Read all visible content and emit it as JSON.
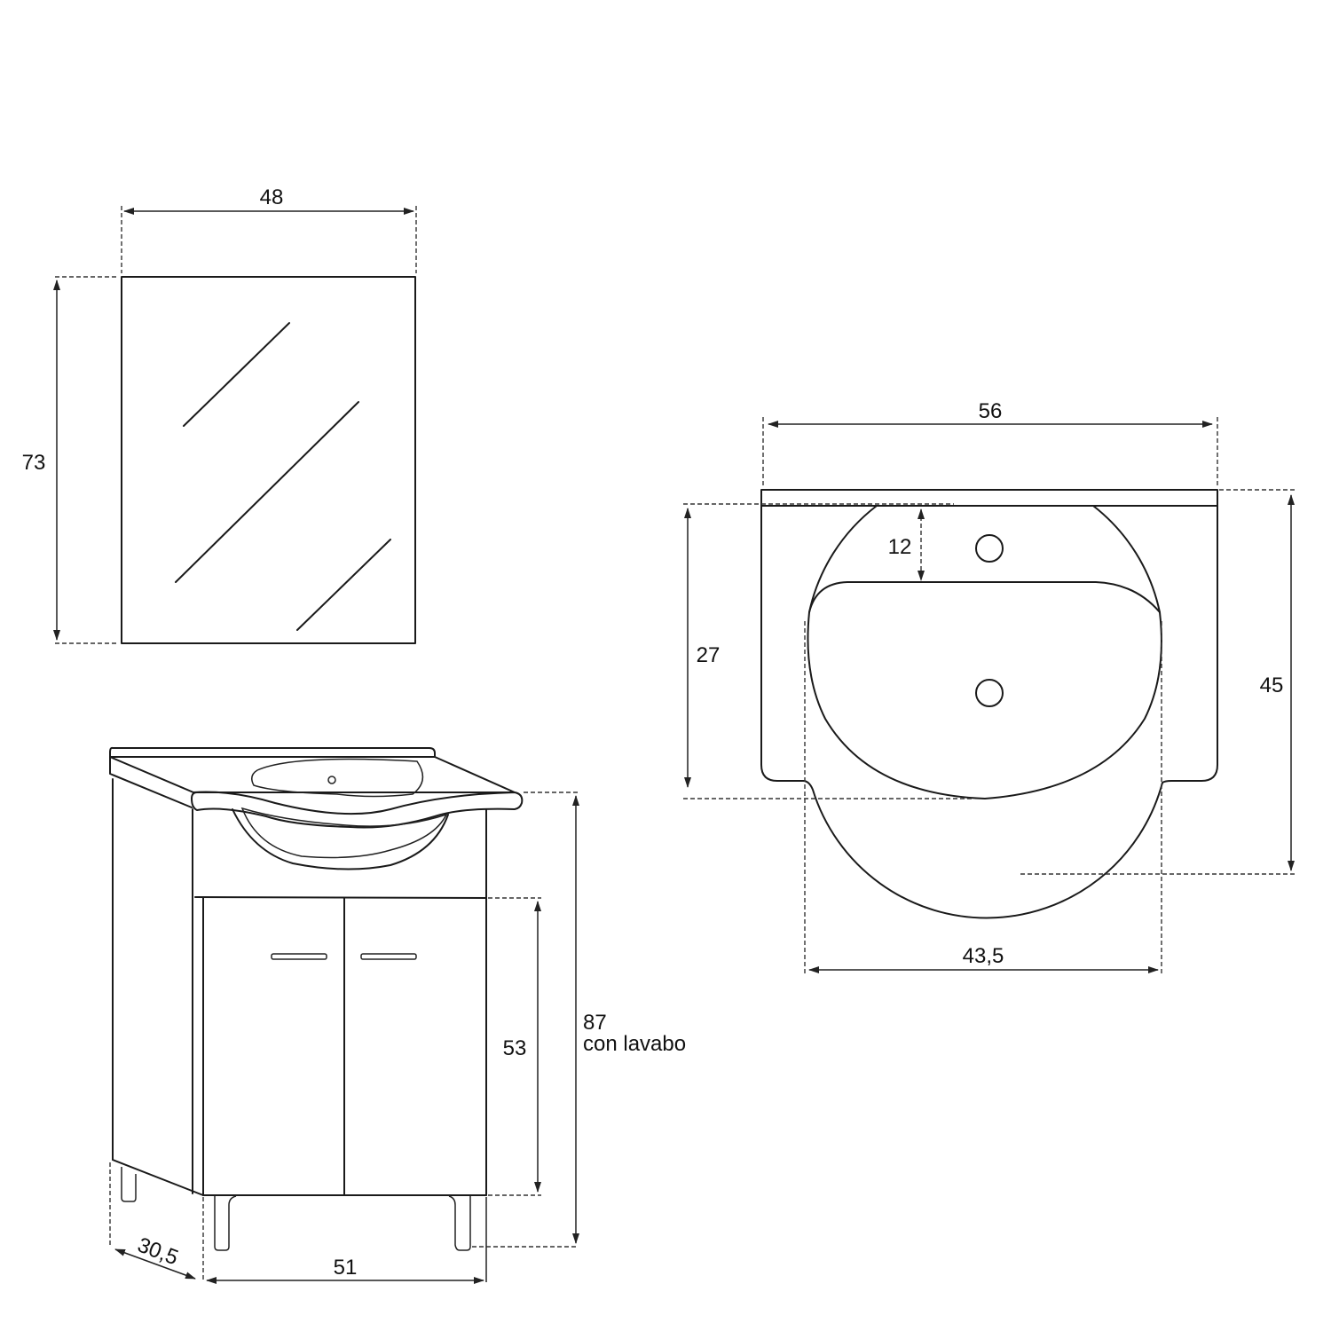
{
  "drawing": {
    "mirror": {
      "width_label": "48",
      "height_label": "73"
    },
    "cabinet": {
      "door_height_label": "53",
      "total_height_label": "87",
      "total_height_note": "con lavabo",
      "width_label": "51",
      "depth_label": "30,5"
    },
    "basin_top_view": {
      "width_label": "56",
      "depth_label": "45",
      "inner_depth_label": "27",
      "tap_hole_offset_label": "12",
      "bowl_width_label": "43,5"
    }
  },
  "colors": {
    "line": "#1a1a1a",
    "background": "#ffffff"
  }
}
